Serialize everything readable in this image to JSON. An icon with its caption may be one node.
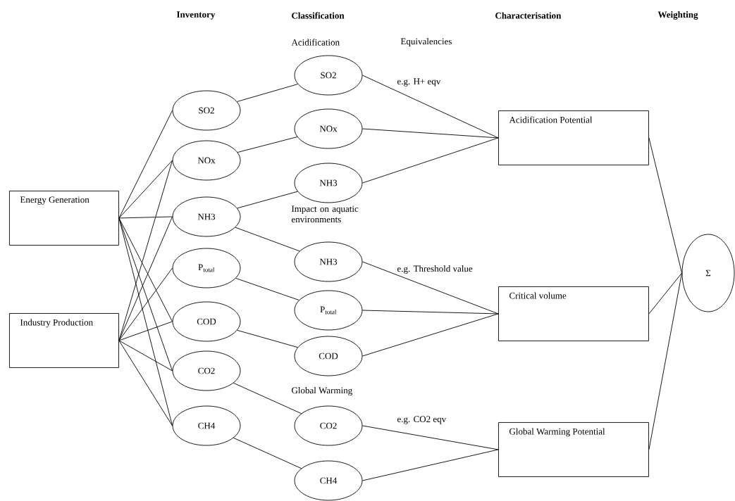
{
  "diagram": {
    "nodes": [
      {
        "text": [
          "Energy Generation"
        ]
      },
      {
        "text": [
          "Industry Production"
        ]
      },
      {
        "text": [
          "SO2"
        ]
      },
      {
        "text": [
          "NOx"
        ]
      },
      {
        "text": [
          "NH3"
        ]
      },
      {
        "text": [
          "P$_{total}$"
        ]
      },
      {
        "text": [
          "COD"
        ]
      },
      {
        "text": [
          "CO2"
        ]
      },
      {
        "text": [
          "CH4"
        ]
      },
      {
        "text": [
          "SO2"
        ]
      },
      {
        "text": [
          "NOx"
        ]
      },
      {
        "text": [
          "NH3"
        ]
      },
      {
        "text": [
          "NH3"
        ]
      },
      {
        "text": [
          "P$_{total}$"
        ]
      },
      {
        "text": [
          "COD"
        ]
      },
      {
        "text": [
          "CO2"
        ]
      },
      {
        "text": [
          "CH4"
        ]
      },
      {
        "text": [
          "Acidification Potential"
        ]
      },
      {
        "text": [
          "Critical volume"
        ]
      },
      {
        "text": [
          "Global Warming Potential"
        ]
      },
      {
        "text": [
          "Σ"
        ]
      }
    ],
    "edges": [
      {
        "from": 0,
        "to": 2,
        "arrow": "none"
      },
      {
        "from": 0,
        "to": 3,
        "arrow": "none"
      },
      {
        "from": 0,
        "to": 4,
        "arrow": "none"
      },
      {
        "from": 0,
        "to": 6,
        "arrow": "none"
      },
      {
        "from": 0,
        "to": 7,
        "arrow": "none"
      },
      {
        "from": 0,
        "to": 8,
        "arrow": "none"
      },
      {
        "from": 1,
        "to": 3,
        "arrow": "none"
      },
      {
        "from": 1,
        "to": 4,
        "arrow": "none"
      },
      {
        "from": 1,
        "to": 5,
        "arrow": "none"
      },
      {
        "from": 1,
        "to": 6,
        "arrow": "none"
      },
      {
        "from": 1,
        "to": 7,
        "arrow": "none"
      },
      {
        "from": 1,
        "to": 8,
        "arrow": "none"
      },
      {
        "from": 2,
        "to": 9,
        "arrow": "none"
      },
      {
        "from": 3,
        "to": 10,
        "arrow": "none"
      },
      {
        "from": 4,
        "to": 11,
        "arrow": "none"
      },
      {
        "from": 4,
        "to": 12,
        "arrow": "none"
      },
      {
        "from": 5,
        "to": 13,
        "arrow": "none"
      },
      {
        "from": 6,
        "to": 14,
        "arrow": "none"
      },
      {
        "from": 7,
        "to": 15,
        "arrow": "none"
      },
      {
        "from": 8,
        "to": 16,
        "arrow": "none"
      },
      {
        "from": 9,
        "to": 17,
        "arrow": "none"
      },
      {
        "from": 10,
        "to": 17,
        "arrow": "none"
      },
      {
        "from": 11,
        "to": 17,
        "arrow": "none"
      },
      {
        "from": 12,
        "to": 18,
        "arrow": "none"
      },
      {
        "from": 13,
        "to": 18,
        "arrow": "none"
      },
      {
        "from": 14,
        "to": 18,
        "arrow": "none"
      },
      {
        "from": 15,
        "to": 19,
        "arrow": "none"
      },
      {
        "from": 16,
        "to": 19,
        "arrow": "none"
      },
      {
        "from": 17,
        "to": 20,
        "arrow": "none"
      },
      {
        "from": 18,
        "to": 20,
        "arrow": "none"
      },
      {
        "from": 19,
        "to": 20,
        "arrow": "none"
      }
    ],
    "labels": [
      "Inventory",
      "Classification",
      "Characterisation",
      "Weighting",
      "Acidification",
      "Equivalencies",
      "e.g. H+ eqv",
      "Impact on aquatic environments",
      "e.g. Threshold value",
      "Global Warming",
      "e.g. CO2 eqv"
    ]
  }
}
